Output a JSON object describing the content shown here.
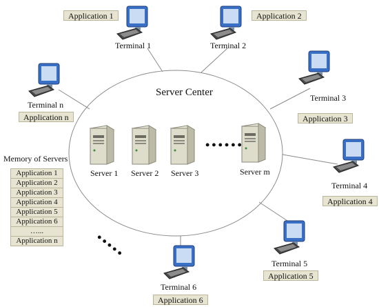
{
  "center": {
    "title": "Server Center",
    "servers": [
      {
        "label": "Server 1"
      },
      {
        "label": "Server 2"
      },
      {
        "label": "Server 3"
      },
      {
        "label": "Server m"
      }
    ],
    "ellipsis": "••••••"
  },
  "terminals": [
    {
      "label": "Terminal 1",
      "app": "Application 1"
    },
    {
      "label": "Terminal 2",
      "app": "Application 2"
    },
    {
      "label": "Terminal 3",
      "app": "Application 3"
    },
    {
      "label": "Terminal 4",
      "app": "Application 4"
    },
    {
      "label": "Terminal 5",
      "app": "Application 5"
    },
    {
      "label": "Terminal 6",
      "app": "Application 6"
    },
    {
      "label": "Terminal n",
      "app": "Application n"
    }
  ],
  "terminal_ellipsis": "•••••",
  "memory": {
    "title": "Memory of  Servers",
    "items": [
      "Application 1",
      "Application 2",
      "Application 3",
      "Application 4",
      "Application 5",
      "Application 6",
      "…...",
      "Application n"
    ]
  },
  "colors": {
    "tag_fill": "#e7e4d1",
    "tag_border": "#b9b49a",
    "monitor_frame": "#3a6fc6",
    "screen": "#c9dcf3"
  }
}
